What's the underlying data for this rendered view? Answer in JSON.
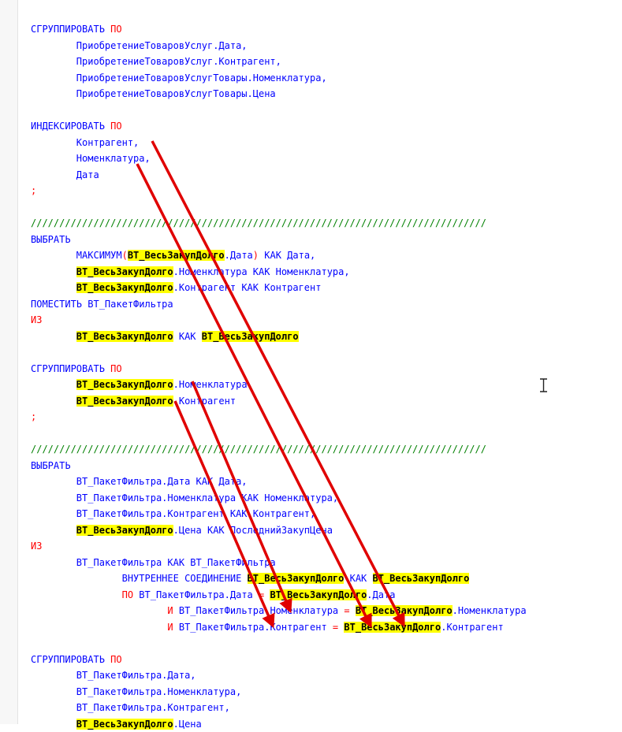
{
  "colors": {
    "identifier": "#0000ff",
    "keyword_red": "#ff0000",
    "comment": "#008000",
    "highlight_bg": "#ffff00",
    "arrow": "#e00000"
  },
  "lines": [
    {
      "t": [
        {
          "c": "id",
          "v": "СГРУППИРОВАТЬ "
        },
        {
          "c": "kw",
          "v": "ПО"
        }
      ]
    },
    {
      "t": [
        {
          "c": "id",
          "v": "        ПриобретениеТоваровУслуг.Дата,"
        }
      ]
    },
    {
      "t": [
        {
          "c": "id",
          "v": "        ПриобретениеТоваровУслуг.Контрагент,"
        }
      ]
    },
    {
      "t": [
        {
          "c": "id",
          "v": "        ПриобретениеТоваровУслугТовары.Номенклатура,"
        }
      ]
    },
    {
      "t": [
        {
          "c": "id",
          "v": "        ПриобретениеТоваровУслугТовары.Цена"
        }
      ]
    },
    {
      "t": []
    },
    {
      "t": [
        {
          "c": "id",
          "v": "ИНДЕКСИРОВАТЬ "
        },
        {
          "c": "kw",
          "v": "ПО"
        }
      ]
    },
    {
      "t": [
        {
          "c": "id",
          "v": "        Контрагент,"
        }
      ]
    },
    {
      "t": [
        {
          "c": "id",
          "v": "        Номенклатура,"
        }
      ]
    },
    {
      "t": [
        {
          "c": "id",
          "v": "        Дата"
        }
      ]
    },
    {
      "t": [
        {
          "c": "op",
          "v": ";"
        }
      ]
    },
    {
      "t": []
    },
    {
      "t": [
        {
          "c": "cm",
          "v": "////////////////////////////////////////////////////////////////////////////////"
        }
      ]
    },
    {
      "t": [
        {
          "c": "id",
          "v": "ВЫБРАТЬ"
        }
      ]
    },
    {
      "t": [
        {
          "c": "id",
          "v": "        МАКСИМУМ"
        },
        {
          "c": "op",
          "v": "("
        },
        {
          "c": "hl",
          "v": "ВТ_ВесьЗакупДолго"
        },
        {
          "c": "id",
          "v": ".Дата"
        },
        {
          "c": "op",
          "v": ")"
        },
        {
          "c": "id",
          "v": " КАК Дата,"
        }
      ]
    },
    {
      "t": [
        {
          "c": "id",
          "v": "        "
        },
        {
          "c": "hl",
          "v": "ВТ_ВесьЗакупДолго"
        },
        {
          "c": "id",
          "v": ".Номенклатура КАК Номенклатура,"
        }
      ]
    },
    {
      "t": [
        {
          "c": "id",
          "v": "        "
        },
        {
          "c": "hl",
          "v": "ВТ_ВесьЗакупДолго"
        },
        {
          "c": "id",
          "v": ".Контрагент КАК Контрагент"
        }
      ]
    },
    {
      "t": [
        {
          "c": "id",
          "v": "ПОМЕСТИТЬ ВТ_ПакетФильтра"
        }
      ]
    },
    {
      "t": [
        {
          "c": "kw",
          "v": "ИЗ"
        }
      ]
    },
    {
      "t": [
        {
          "c": "id",
          "v": "        "
        },
        {
          "c": "hl",
          "v": "ВТ_ВесьЗакупДолго"
        },
        {
          "c": "id",
          "v": " КАК "
        },
        {
          "c": "hl",
          "v": "ВТ_ВесьЗакупДолго"
        }
      ]
    },
    {
      "t": []
    },
    {
      "t": [
        {
          "c": "id",
          "v": "СГРУППИРОВАТЬ "
        },
        {
          "c": "kw",
          "v": "ПО"
        }
      ]
    },
    {
      "t": [
        {
          "c": "id",
          "v": "        "
        },
        {
          "c": "hl",
          "v": "ВТ_ВесьЗакупДолго"
        },
        {
          "c": "id",
          "v": ".Номенклатура,"
        }
      ]
    },
    {
      "t": [
        {
          "c": "id",
          "v": "        "
        },
        {
          "c": "hl",
          "v": "ВТ_ВесьЗакупДолго"
        },
        {
          "c": "id",
          "v": ".Контрагент"
        }
      ]
    },
    {
      "t": [
        {
          "c": "op",
          "v": ";"
        }
      ]
    },
    {
      "t": []
    },
    {
      "t": [
        {
          "c": "cm",
          "v": "////////////////////////////////////////////////////////////////////////////////"
        }
      ]
    },
    {
      "t": [
        {
          "c": "id",
          "v": "ВЫБРАТЬ"
        }
      ]
    },
    {
      "t": [
        {
          "c": "id",
          "v": "        ВТ_ПакетФильтра.Дата КАК Дата,"
        }
      ]
    },
    {
      "t": [
        {
          "c": "id",
          "v": "        ВТ_ПакетФильтра.Номенклатура КАК Номенклатура,"
        }
      ]
    },
    {
      "t": [
        {
          "c": "id",
          "v": "        ВТ_ПакетФильтра.Контрагент КАК Контрагент,"
        }
      ]
    },
    {
      "t": [
        {
          "c": "id",
          "v": "        "
        },
        {
          "c": "hl",
          "v": "ВТ_ВесьЗакупДолго"
        },
        {
          "c": "id",
          "v": ".Цена КАК ПоследнийЗакупЦена"
        }
      ]
    },
    {
      "t": [
        {
          "c": "kw",
          "v": "ИЗ"
        }
      ]
    },
    {
      "t": [
        {
          "c": "id",
          "v": "        ВТ_ПакетФильтра КАК ВТ_ПакетФильтра"
        }
      ]
    },
    {
      "t": [
        {
          "c": "id",
          "v": "                ВНУТРЕННЕЕ СОЕДИНЕНИЕ "
        },
        {
          "c": "hl",
          "v": "ВТ_ВесьЗакупДолго"
        },
        {
          "c": "id",
          "v": " КАК "
        },
        {
          "c": "hl",
          "v": "ВТ_ВесьЗакупДолго"
        }
      ]
    },
    {
      "t": [
        {
          "c": "kw",
          "v": "                ПО"
        },
        {
          "c": "id",
          "v": " ВТ_ПакетФильтра.Дата "
        },
        {
          "c": "op",
          "v": "="
        },
        {
          "c": "id",
          "v": " "
        },
        {
          "c": "hl",
          "v": "ВТ_ВесьЗакупДолго"
        },
        {
          "c": "id",
          "v": ".Дата"
        }
      ]
    },
    {
      "t": [
        {
          "c": "kw",
          "v": "                        И"
        },
        {
          "c": "id",
          "v": " ВТ_ПакетФильтра.Номенклатура "
        },
        {
          "c": "op",
          "v": "="
        },
        {
          "c": "id",
          "v": " "
        },
        {
          "c": "hl",
          "v": "ВТ_ВесьЗакупДолго"
        },
        {
          "c": "id",
          "v": ".Номенклатура"
        }
      ]
    },
    {
      "t": [
        {
          "c": "kw",
          "v": "                        И"
        },
        {
          "c": "id",
          "v": " ВТ_ПакетФильтра.Контрагент "
        },
        {
          "c": "op",
          "v": "="
        },
        {
          "c": "id",
          "v": " "
        },
        {
          "c": "hl",
          "v": "ВТ_ВесьЗакупДолго"
        },
        {
          "c": "id",
          "v": ".Контрагент"
        }
      ]
    },
    {
      "t": []
    },
    {
      "t": [
        {
          "c": "id",
          "v": "СГРУППИРОВАТЬ "
        },
        {
          "c": "kw",
          "v": "ПО"
        }
      ]
    },
    {
      "t": [
        {
          "c": "id",
          "v": "        ВТ_ПакетФильтра.Дата,"
        }
      ]
    },
    {
      "t": [
        {
          "c": "id",
          "v": "        ВТ_ПакетФильтра.Номенклатура,"
        }
      ]
    },
    {
      "t": [
        {
          "c": "id",
          "v": "        ВТ_ПакетФильтра.Контрагент,"
        }
      ]
    },
    {
      "t": [
        {
          "c": "id",
          "v": "        "
        },
        {
          "c": "hl",
          "v": "ВТ_ВесьЗакупДолго"
        },
        {
          "c": "id",
          "v": ".Цена"
        }
      ]
    }
  ]
}
